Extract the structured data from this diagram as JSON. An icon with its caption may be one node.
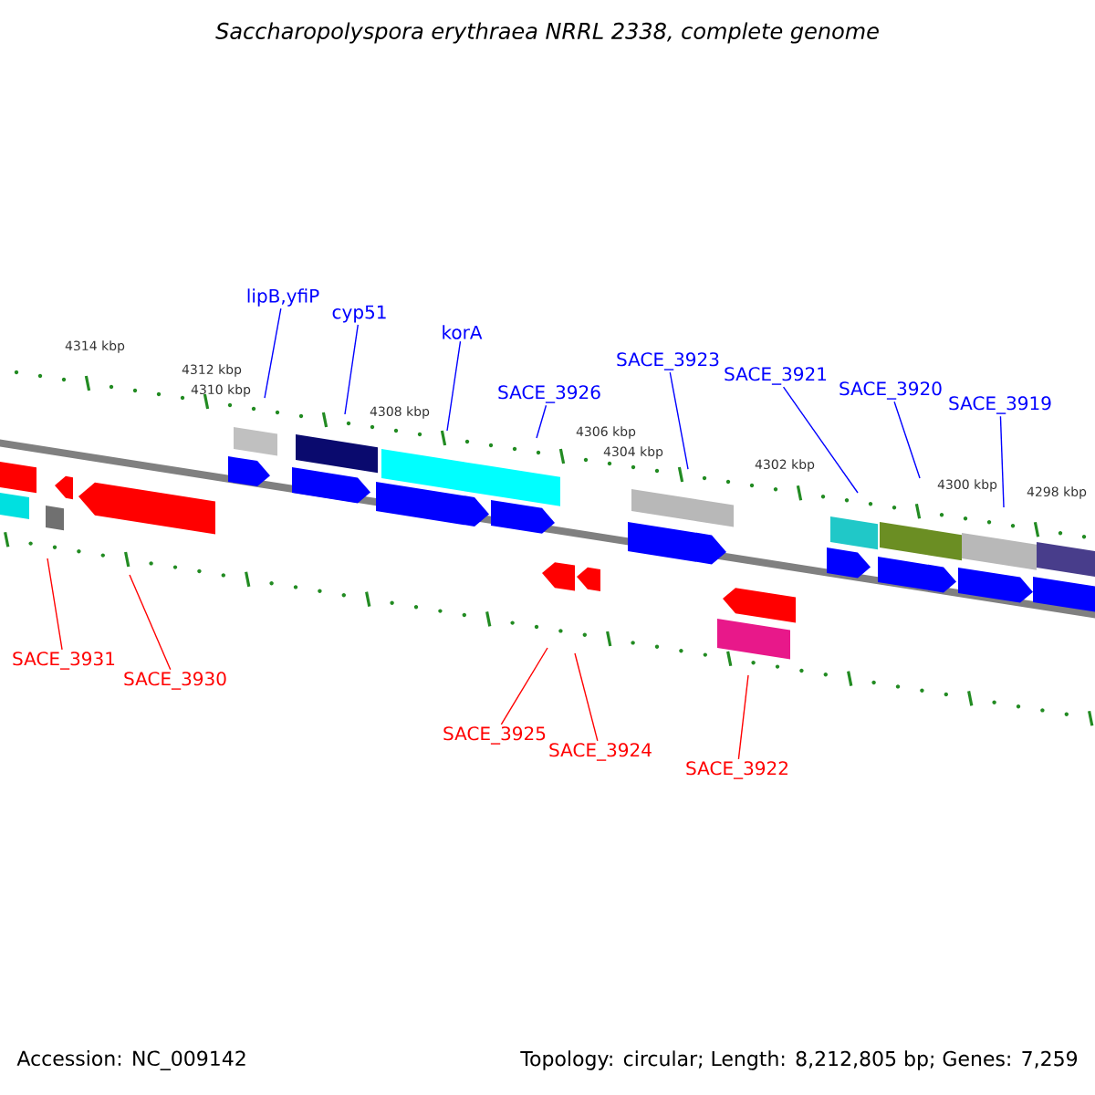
{
  "diagram": {
    "title": "Saccharopolyspora erythraea NRRL 2338, complete genome",
    "nodes": [
      {
        "text": [
          "lipB,yfiP"
        ]
      },
      {
        "text": [
          "cyp51"
        ]
      },
      {
        "text": [
          "korA"
        ]
      },
      {
        "text": [
          "SACE_3926"
        ]
      },
      {
        "text": [
          "SACE_3923"
        ]
      },
      {
        "text": [
          "SACE_3921"
        ]
      },
      {
        "text": [
          "SACE_3920"
        ]
      },
      {
        "text": [
          "SACE_3919"
        ]
      },
      {
        "text": [
          "SACE_3931"
        ]
      },
      {
        "text": [
          "SACE_3930"
        ]
      },
      {
        "text": [
          "SACE_3925"
        ]
      },
      {
        "text": [
          "SACE_3924"
        ]
      },
      {
        "text": [
          "SACE_3922"
        ]
      }
    ],
    "edges": [
      {
        "from": 0,
        "to": null,
        "arrow": "none"
      },
      {
        "from": 1,
        "to": null,
        "arrow": "none"
      },
      {
        "from": 2,
        "to": null,
        "arrow": "none"
      },
      {
        "from": 3,
        "to": null,
        "arrow": "none"
      },
      {
        "from": 4,
        "to": null,
        "arrow": "none"
      },
      {
        "from": 5,
        "to": null,
        "arrow": "none"
      },
      {
        "from": 6,
        "to": null,
        "arrow": "none"
      },
      {
        "from": 7,
        "to": null,
        "arrow": "none"
      },
      {
        "from": 8,
        "to": null,
        "arrow": "none",
        "color": "#ff0000"
      },
      {
        "from": 9,
        "to": null,
        "arrow": "none",
        "color": "#ff0000"
      },
      {
        "from": 10,
        "to": null,
        "arrow": "none",
        "color": "#ff0000"
      },
      {
        "from": 11,
        "to": null,
        "arrow": "none",
        "color": "#ff0000"
      },
      {
        "from": 12,
        "to": null,
        "arrow": "none",
        "color": "#ff0000"
      }
    ],
    "labels": [
      "4314 kbp",
      "4312 kbp",
      "4310 kbp",
      "4308 kbp",
      "4306 kbp",
      "4304 kbp",
      "4302 kbp",
      "4300 kbp",
      "4298 kbp",
      "Accession: NC_009142",
      "Topology: circular; Length: 8,212,805 bp; Genes: 7,259"
    ]
  }
}
